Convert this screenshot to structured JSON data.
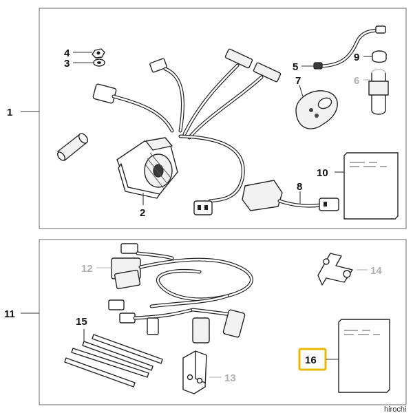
{
  "callouts": {
    "c1": "1",
    "c2": "2",
    "c3": "3",
    "c4": "4",
    "c5": "5",
    "c6": "6",
    "c7": "7",
    "c8": "8",
    "c9": "9",
    "c10": "10",
    "c11": "11",
    "c12": "12",
    "c13": "13",
    "c14": "14",
    "c15": "15",
    "c16": "16"
  },
  "highlighted_callout": "16",
  "watermark": "hirochi",
  "colors": {
    "highlight": "#e8b800",
    "inactive_callout": "#b0b0b0",
    "line_art": "#222222"
  }
}
